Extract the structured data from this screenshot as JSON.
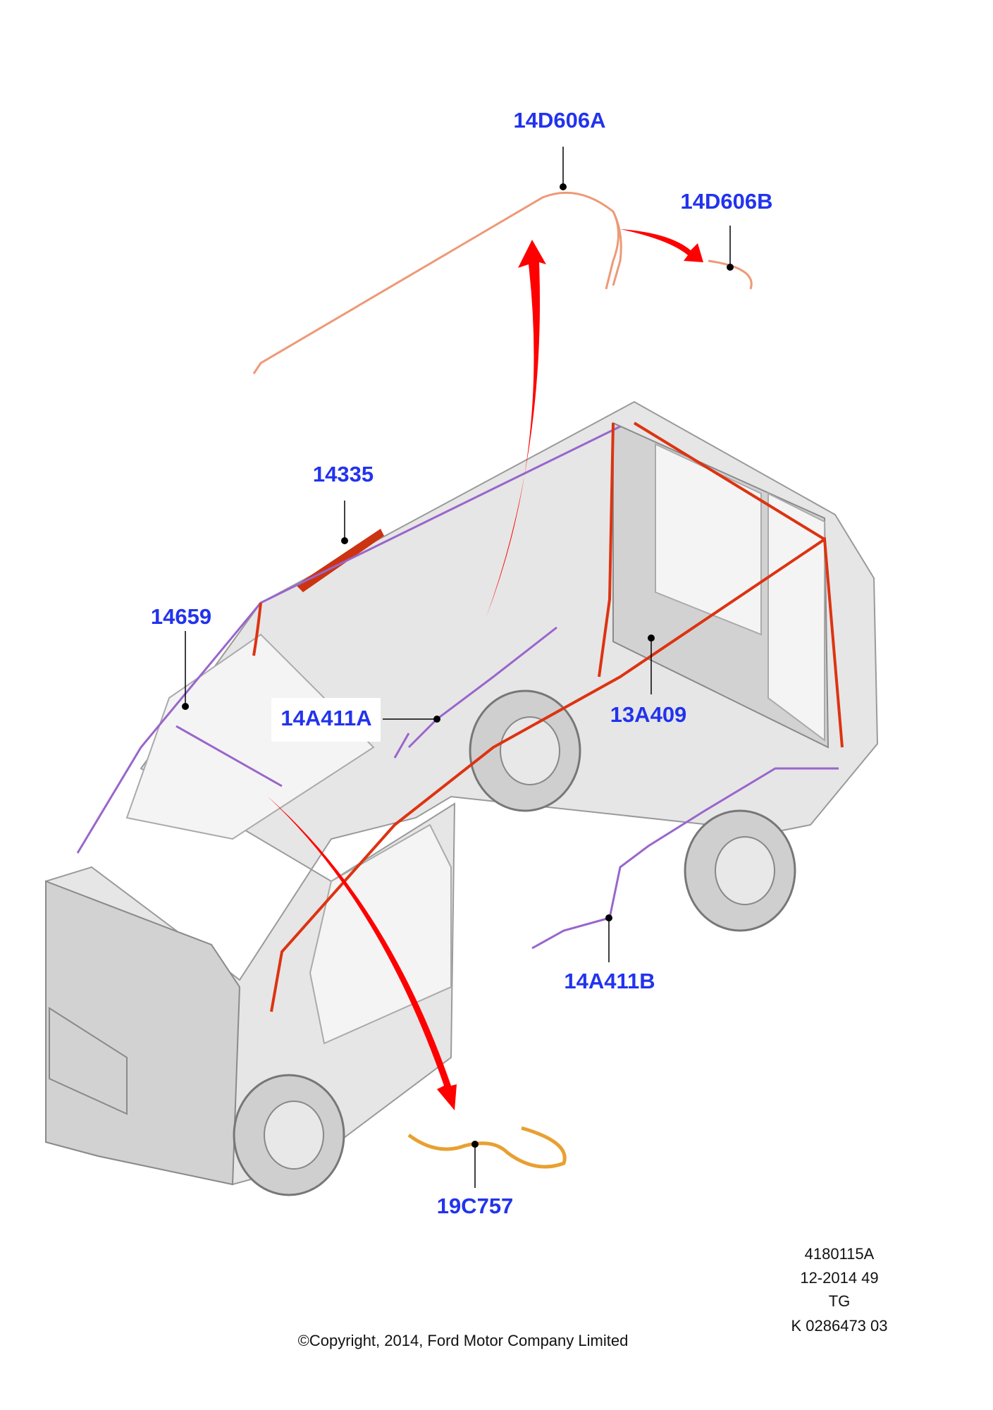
{
  "callouts": {
    "c14D606A": "14D606A",
    "c14D606B": "14D606B",
    "c14335": "14335",
    "c14659": "14659",
    "c14A411A": "14A411A",
    "c13A409": "13A409",
    "c14A411B": "14A411B",
    "c19C757": "19C757"
  },
  "footer": {
    "copyright": "©Copyright, 2014, Ford Motor Company Limited",
    "code1": "4180115A",
    "code2": "12-2014 49",
    "code3": "TG",
    "code4": "K 0286473 03"
  },
  "colors": {
    "label": "#2233ee",
    "arrow": "#ff0000",
    "harness": "#dd3311",
    "purple_harness": "#9966cc"
  }
}
